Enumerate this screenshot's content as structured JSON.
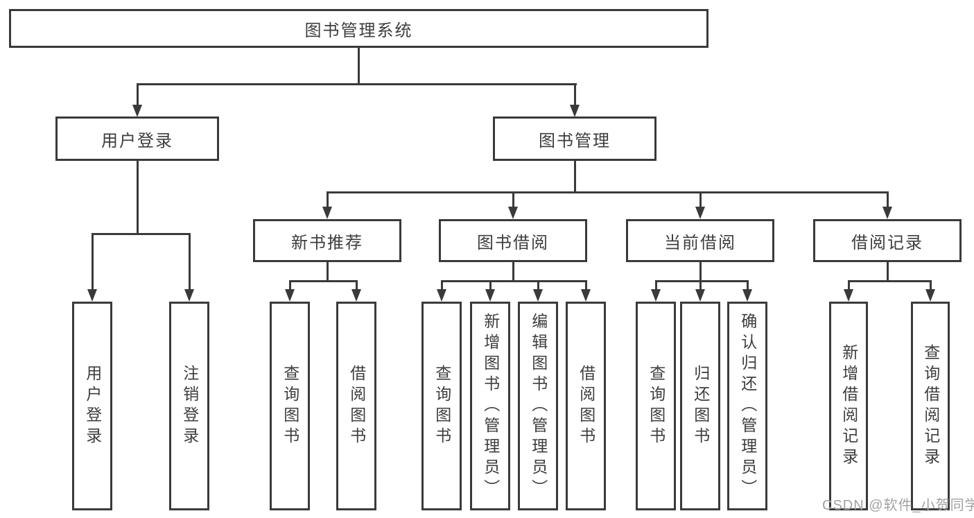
{
  "tree": {
    "label": "图书管理系统",
    "children": [
      {
        "label": "用户登录",
        "children": [
          {
            "label": "用户登录"
          },
          {
            "label": "注销登录"
          }
        ]
      },
      {
        "label": "图书管理",
        "children": [
          {
            "label": "新书推荐",
            "children": [
              {
                "label": "查询图书"
              },
              {
                "label": "借阅图书"
              }
            ]
          },
          {
            "label": "图书借阅",
            "children": [
              {
                "label": "查询图书"
              },
              {
                "label": "新增图书（管理员）"
              },
              {
                "label": "编辑图书（管理员）"
              },
              {
                "label": "借阅图书"
              }
            ]
          },
          {
            "label": "当前借阅",
            "children": [
              {
                "label": "查询图书"
              },
              {
                "label": "归还图书"
              },
              {
                "label": "确认归还（管理员）"
              }
            ]
          },
          {
            "label": "借阅记录",
            "children": [
              {
                "label": "新增借阅记录"
              },
              {
                "label": "查询借阅记录"
              }
            ]
          }
        ]
      }
    ]
  },
  "watermark": "CSDN @软件_小贺同学",
  "colors": {
    "line": "#3a3a3a",
    "text": "#3d3d3d",
    "watermark": "#a2a2a2",
    "background": "#ffffff"
  }
}
